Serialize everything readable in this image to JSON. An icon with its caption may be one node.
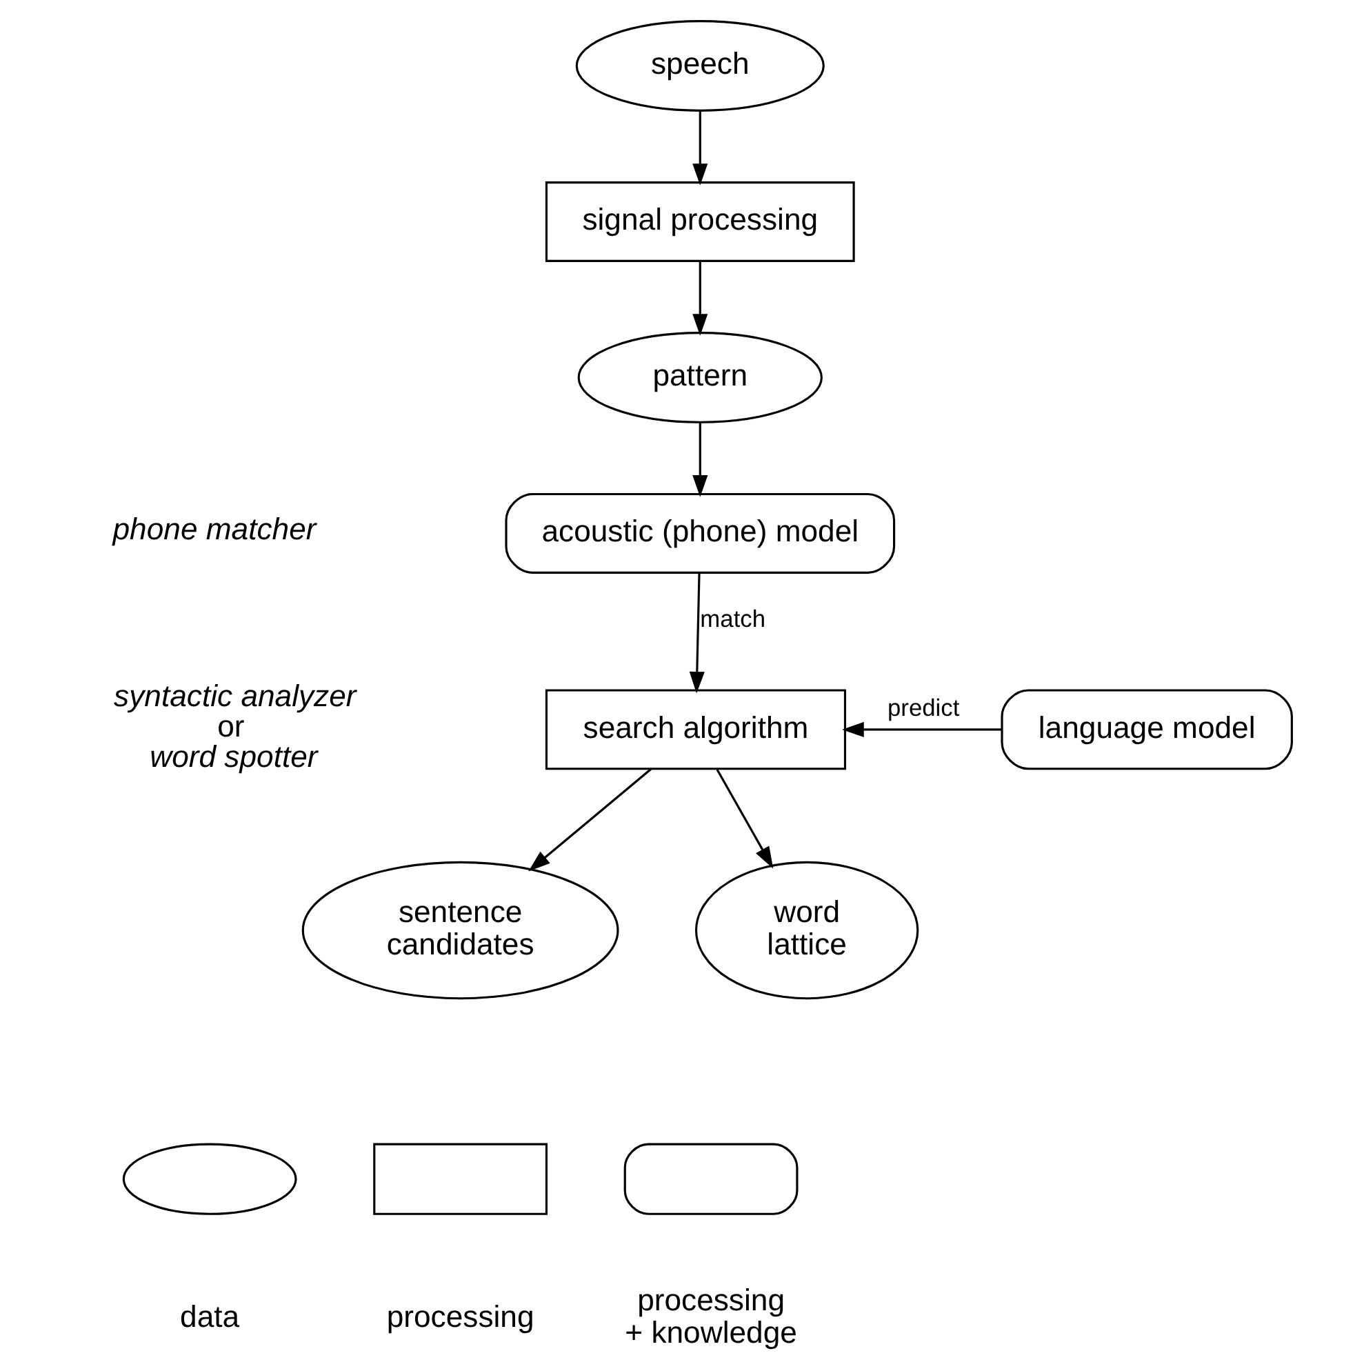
{
  "diagram": {
    "nodes": [
      {
        "text": [
          "speech"
        ]
      },
      {
        "text": [
          "signal processing"
        ]
      },
      {
        "text": [
          "pattern"
        ]
      },
      {
        "text": [
          "acoustic (phone) model"
        ]
      },
      {
        "text": [
          "search algorithm"
        ]
      },
      {
        "text": [
          "language model"
        ]
      },
      {
        "text": [
          "sentence candidates"
        ]
      },
      {
        "text": [
          "word lattice"
        ]
      },
      {
        "text": [],
        "shape": "ellipse"
      },
      {
        "text": [],
        "shape": "box"
      },
      {
        "text": [],
        "shape": "stadium"
      }
    ],
    "edges": [
      {
        "from": 0,
        "to": 1,
        "arrow": "to"
      },
      {
        "from": 1,
        "to": 2,
        "arrow": "to"
      },
      {
        "from": 2,
        "to": 3,
        "arrow": "to"
      },
      {
        "from": 3,
        "to": 4,
        "arrow": "to",
        "label": "match"
      },
      {
        "from": 5,
        "to": 4,
        "arrow": "to",
        "label": "predict"
      },
      {
        "from": 4,
        "to": 6,
        "arrow": "to"
      },
      {
        "from": 4,
        "to": 7,
        "arrow": "to"
      }
    ],
    "labels": [
      "phone matcher",
      "syntactic analyzer",
      "or",
      "word spotter"
    ],
    "legend": [
      {
        "text": "data"
      },
      {
        "text": "processing"
      },
      {
        "text": "processing + knowledge"
      }
    ]
  }
}
